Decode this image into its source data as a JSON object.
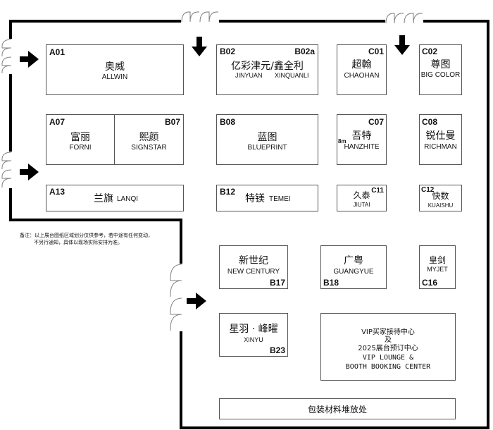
{
  "note": {
    "line1": "备注：以上展台图纸区域划分仅供参考，若中途有任何变动，",
    "line2": "不另行通知，具体以现场实际安排为准。"
  },
  "measure_label": "8m",
  "booths": {
    "A01": {
      "code": "A01",
      "zh": "奥威",
      "en": "ALLWIN"
    },
    "A07": {
      "code": "A07",
      "zh": "富丽",
      "en": "FORNI"
    },
    "B07": {
      "code": "B07",
      "zh": "熙颜",
      "en": "SIGNSTAR"
    },
    "A13": {
      "code": "A13",
      "zh": "兰旗",
      "en": "LANQI"
    },
    "B02": {
      "code": "B02",
      "code2": "B02a",
      "zh": "亿彩津元/鑫全利",
      "en1": "JINYUAN",
      "en2": "XINQUANLI"
    },
    "B08": {
      "code": "B08",
      "zh": "蓝图",
      "en": "BLUEPRINT"
    },
    "B12": {
      "code": "B12",
      "zh": "特镁",
      "en": "TEMEI"
    },
    "C01": {
      "code": "C01",
      "zh": "超翰",
      "en": "CHAOHAN"
    },
    "C07": {
      "code": "C07",
      "zh": "吾特",
      "en": "HANZHITE"
    },
    "C11": {
      "code": "C11",
      "zh": "久泰",
      "en": "JIUTAI"
    },
    "C02": {
      "code": "C02",
      "zh": "尊图",
      "en": "BIG COLOR"
    },
    "C08": {
      "code": "C08",
      "zh": "锐仕曼",
      "en": "RICHMAN"
    },
    "C12": {
      "code": "C12",
      "zh": "快数",
      "en": "KUAISHU"
    },
    "B17": {
      "code": "B17",
      "zh": "新世纪",
      "en": "NEW CENTURY"
    },
    "B18": {
      "code": "B18",
      "zh": "广粤",
      "en": "GUANGYUE"
    },
    "C16": {
      "code": "C16",
      "zh": "皇剑",
      "en": "MYJET"
    },
    "B23": {
      "code": "B23",
      "zh": "星羽 · 峰曜",
      "en": "XINYU"
    }
  },
  "lounge": {
    "line1": "VIP买家接待中心",
    "line2": "及",
    "line3": "2025展台预订中心",
    "line4": "VIP LOUNGE &",
    "line5": "BOOTH BOOKING CENTER"
  },
  "storage": {
    "label": "包装材料堆放处"
  },
  "colors": {
    "wall": "#000000",
    "booth_border": "#555555",
    "door": "#7f7f7f"
  }
}
